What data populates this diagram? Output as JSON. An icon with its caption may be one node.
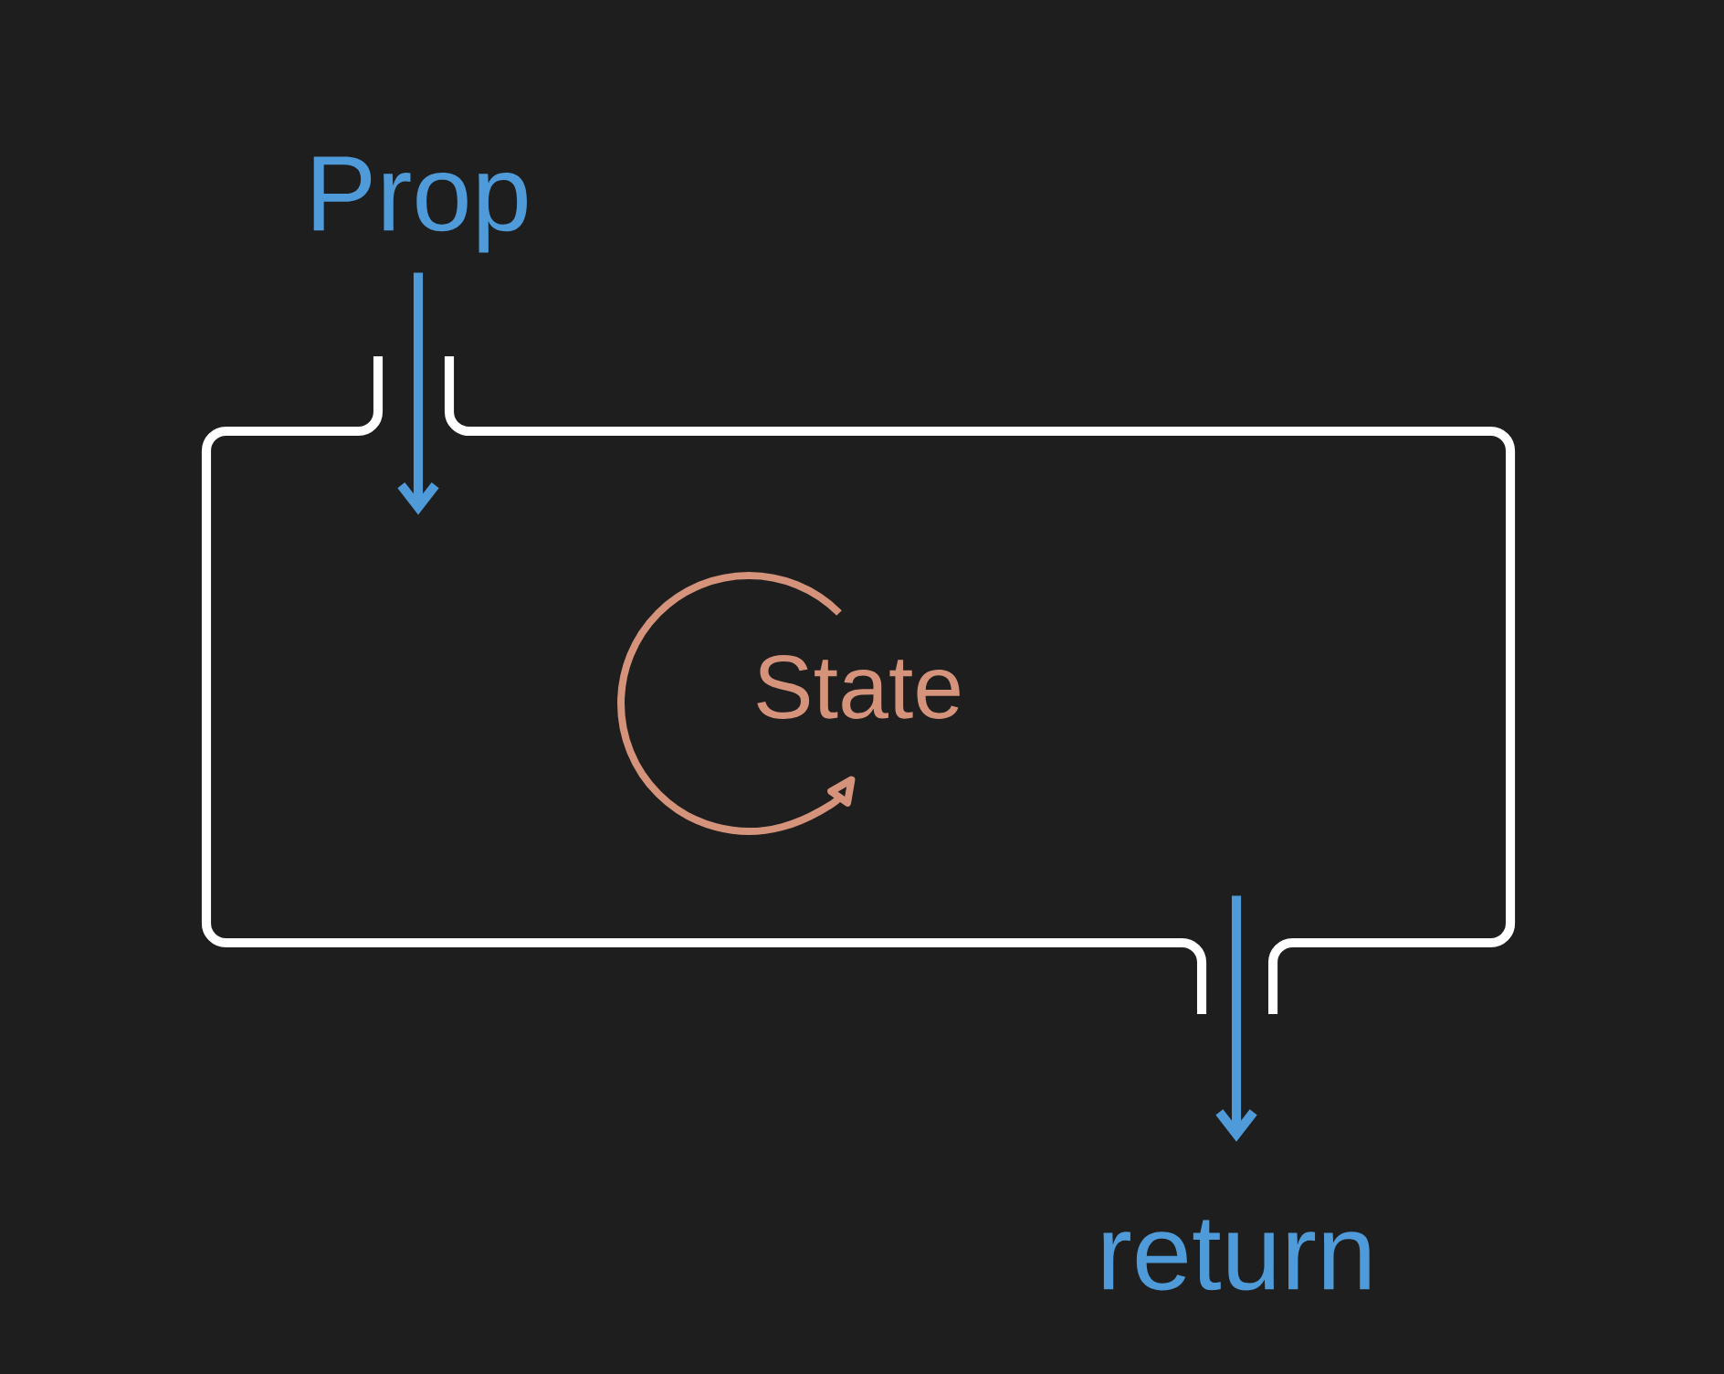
{
  "diagram": {
    "nodes": [
      {
        "text": [
          "Prop"
        ]
      },
      {
        "text": [
          "State"
        ]
      },
      {
        "text": [
          "return"
        ]
      }
    ],
    "edges": [
      {
        "from": 0,
        "to": 1,
        "arrow": "to"
      },
      {
        "from": 1,
        "to": 2,
        "arrow": "to"
      }
    ]
  }
}
